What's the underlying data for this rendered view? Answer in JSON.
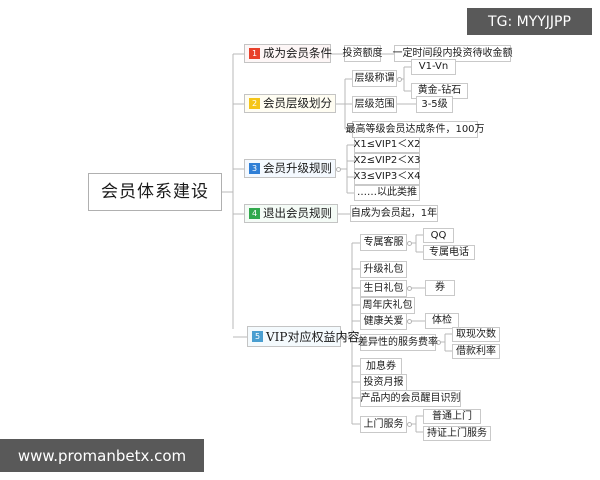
{
  "watermarks": {
    "tg": "TG: MYYJJPP",
    "site": "www.promanbetx.com"
  },
  "colors": {
    "badge_1": "#e8402a",
    "badge_2": "#f5c518",
    "badge_3": "#2f7fd6",
    "badge_4": "#31a84c",
    "badge_5": "#4a9ed0",
    "node_border": "#c9c9c9",
    "link_line": "#b8b8b8",
    "watermark_bg": "#595959"
  },
  "mindmap": {
    "root": "会员体系建设",
    "branches": [
      {
        "number": "1",
        "label": "成为会员条件",
        "children": [
          {
            "label": "投资额度",
            "children": [
              {
                "label": "一定时间段内投资待收金额"
              }
            ]
          }
        ]
      },
      {
        "number": "2",
        "label": "会员层级划分",
        "children": [
          {
            "label": "层级称谓",
            "children": [
              {
                "label": "V1-Vn"
              },
              {
                "label": "黄金-钻石"
              }
            ]
          },
          {
            "label": "层级范围",
            "children": [
              {
                "label": "3-5级"
              }
            ]
          },
          {
            "label": "最高等级会员达成条件，100万",
            "children": []
          }
        ]
      },
      {
        "number": "3",
        "label": "会员升级规则",
        "children": [
          {
            "label": "X1≤VIP1＜X2",
            "children": []
          },
          {
            "label": "X2≤VIP2＜X3",
            "children": []
          },
          {
            "label": "X3≤VIP3＜X4",
            "children": []
          },
          {
            "label": "……以此类推",
            "children": []
          }
        ]
      },
      {
        "number": "4",
        "label": "退出会员规则",
        "children": [
          {
            "label": "自成为会员起，1年",
            "children": []
          }
        ]
      },
      {
        "number": "5",
        "label": "VIP对应权益内容",
        "children": [
          {
            "label": "专属客服",
            "children": [
              {
                "label": "QQ"
              },
              {
                "label": "专属电话"
              }
            ]
          },
          {
            "label": "升级礼包",
            "children": []
          },
          {
            "label": "生日礼包",
            "children": [
              {
                "label": "券"
              }
            ]
          },
          {
            "label": "周年庆礼包",
            "children": []
          },
          {
            "label": "健康关爱",
            "children": [
              {
                "label": "体检"
              }
            ]
          },
          {
            "label": "差异性的服务费率",
            "children": [
              {
                "label": "取现次数"
              },
              {
                "label": "借款利率"
              }
            ]
          },
          {
            "label": "加息券",
            "children": []
          },
          {
            "label": "投资月报",
            "children": []
          },
          {
            "label": "产品内的会员醒目识别",
            "children": []
          },
          {
            "label": "上门服务",
            "children": [
              {
                "label": "普通上门"
              },
              {
                "label": "持证上门服务"
              }
            ]
          }
        ]
      }
    ]
  }
}
